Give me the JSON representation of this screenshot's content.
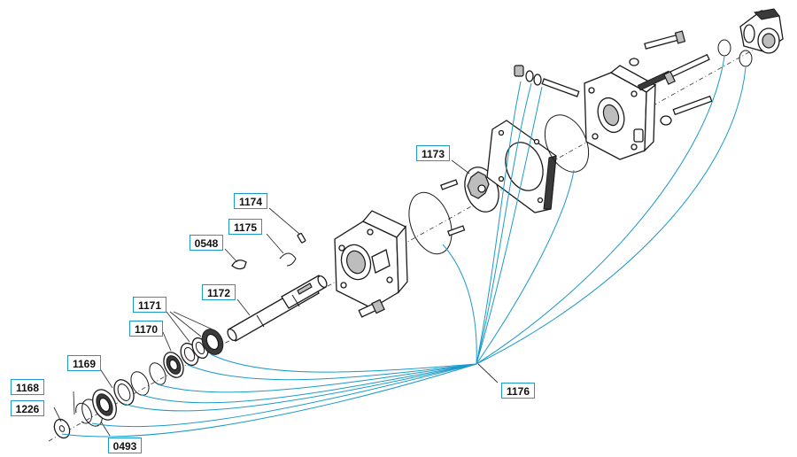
{
  "labels": {
    "l1168": "1168",
    "l1226": "1226",
    "l0493": "0493",
    "l1169": "1169",
    "l1170": "1170",
    "l1171": "1171",
    "l1172": "1172",
    "l0548": "0548",
    "l1175": "1175",
    "l1174": "1174",
    "l1173": "1173",
    "l1176": "1176"
  },
  "colors": {
    "leader": "#1b9ac9",
    "outline": "#1a1a1a"
  }
}
